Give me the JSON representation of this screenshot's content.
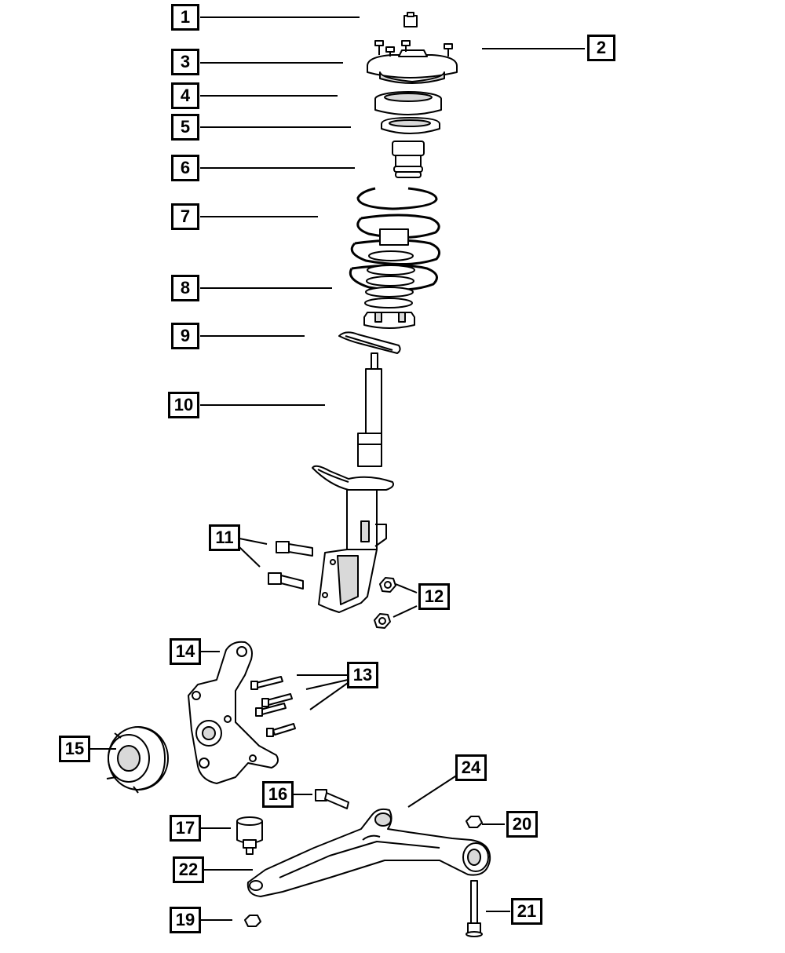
{
  "callouts": [
    {
      "id": 1,
      "label": "1"
    },
    {
      "id": 2,
      "label": "2"
    },
    {
      "id": 3,
      "label": "3"
    },
    {
      "id": 4,
      "label": "4"
    },
    {
      "id": 5,
      "label": "5"
    },
    {
      "id": 6,
      "label": "6"
    },
    {
      "id": 7,
      "label": "7"
    },
    {
      "id": 8,
      "label": "8"
    },
    {
      "id": 9,
      "label": "9"
    },
    {
      "id": 10,
      "label": "10"
    },
    {
      "id": 11,
      "label": "11"
    },
    {
      "id": 12,
      "label": "12"
    },
    {
      "id": 13,
      "label": "13"
    },
    {
      "id": 14,
      "label": "14"
    },
    {
      "id": 15,
      "label": "15"
    },
    {
      "id": 16,
      "label": "16"
    },
    {
      "id": 17,
      "label": "17"
    },
    {
      "id": 19,
      "label": "19"
    },
    {
      "id": 20,
      "label": "20"
    },
    {
      "id": 21,
      "label": "21"
    },
    {
      "id": 22,
      "label": "22"
    },
    {
      "id": 24,
      "label": "24"
    }
  ],
  "colors": {
    "line": "#000000",
    "fill": "#ffffff",
    "shade": "#d9d9d9"
  }
}
